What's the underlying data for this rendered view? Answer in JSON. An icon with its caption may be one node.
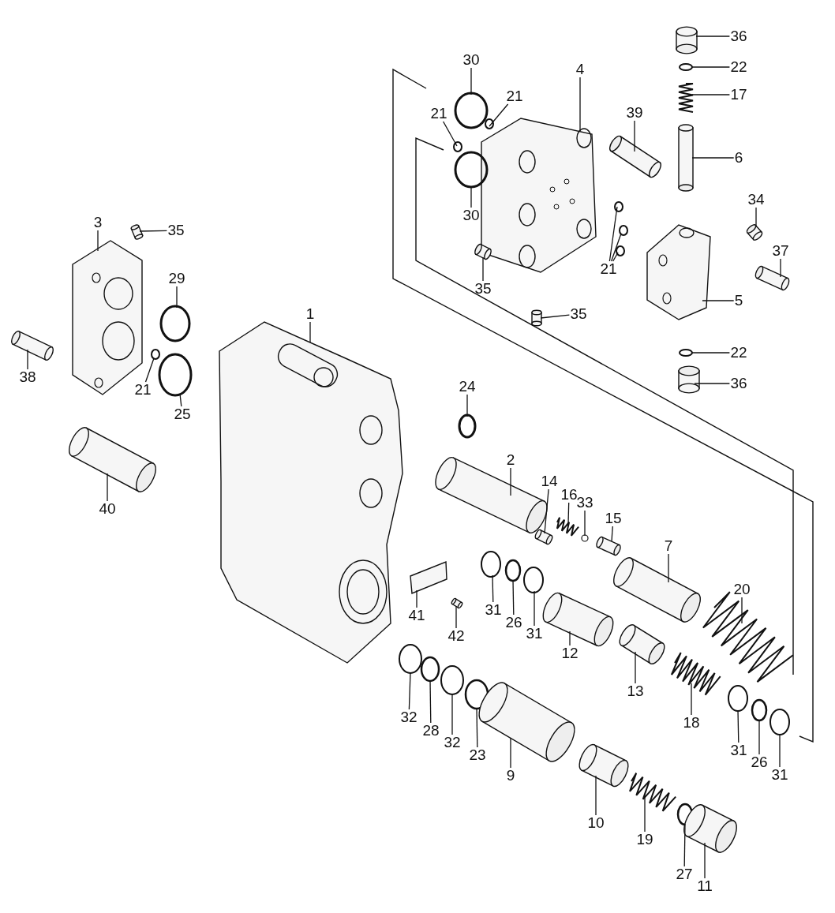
{
  "diagram": {
    "nodes": [
      {
        "text": [
          "36"
        ]
      },
      {
        "text": [
          "22"
        ]
      },
      {
        "text": [
          "17"
        ]
      },
      {
        "text": [
          "4"
        ]
      },
      {
        "text": [
          "30"
        ]
      },
      {
        "text": [
          "21"
        ]
      },
      {
        "text": [
          "21"
        ]
      },
      {
        "text": [
          "39"
        ]
      },
      {
        "text": [
          "6"
        ]
      },
      {
        "text": [
          "30"
        ]
      },
      {
        "text": [
          "35"
        ]
      },
      {
        "text": [
          "34"
        ]
      },
      {
        "text": [
          "21"
        ]
      },
      {
        "text": [
          "37"
        ]
      },
      {
        "text": [
          "35"
        ]
      },
      {
        "text": [
          "5"
        ]
      },
      {
        "text": [
          "22"
        ]
      },
      {
        "text": [
          "36"
        ]
      },
      {
        "text": [
          "3"
        ]
      },
      {
        "text": [
          "35"
        ]
      },
      {
        "text": [
          "29"
        ]
      },
      {
        "text": [
          "1"
        ]
      },
      {
        "text": [
          "38"
        ]
      },
      {
        "text": [
          "21"
        ]
      },
      {
        "text": [
          "25"
        ]
      },
      {
        "text": [
          "24"
        ]
      },
      {
        "text": [
          "40"
        ]
      },
      {
        "text": [
          "2"
        ]
      },
      {
        "text": [
          "14"
        ]
      },
      {
        "text": [
          "16"
        ]
      },
      {
        "text": [
          "33"
        ]
      },
      {
        "text": [
          "15"
        ]
      },
      {
        "text": [
          "7"
        ]
      },
      {
        "text": [
          "20"
        ]
      },
      {
        "text": [
          "41"
        ]
      },
      {
        "text": [
          "42"
        ]
      },
      {
        "text": [
          "31"
        ]
      },
      {
        "text": [
          "26"
        ]
      },
      {
        "text": [
          "31"
        ]
      },
      {
        "text": [
          "12"
        ]
      },
      {
        "text": [
          "13"
        ]
      },
      {
        "text": [
          "18"
        ]
      },
      {
        "text": [
          "32"
        ]
      },
      {
        "text": [
          "28"
        ]
      },
      {
        "text": [
          "32"
        ]
      },
      {
        "text": [
          "23"
        ]
      },
      {
        "text": [
          "9"
        ]
      },
      {
        "text": [
          "31"
        ]
      },
      {
        "text": [
          "26"
        ]
      },
      {
        "text": [
          "31"
        ]
      },
      {
        "text": [
          "10"
        ]
      },
      {
        "text": [
          "19"
        ]
      },
      {
        "text": [
          "27"
        ]
      },
      {
        "text": [
          "11"
        ]
      },
      {
        "text": [],
        "shape": "picture"
      },
      {
        "text": [],
        "shape": "circle"
      },
      {
        "text": [],
        "shape": "picture"
      },
      {
        "text": [],
        "shape": "picture"
      },
      {
        "text": [],
        "shape": "circle"
      },
      {
        "text": [],
        "shape": "circle"
      },
      {
        "text": [],
        "shape": "circle"
      },
      {
        "text": [],
        "shape": "picture"
      },
      {
        "text": [],
        "shape": "picture"
      },
      {
        "text": [],
        "shape": "circle"
      },
      {
        "text": [],
        "shape": "picture"
      },
      {
        "text": [],
        "shape": "picture"
      },
      {
        "text": [],
        "shape": "circle"
      },
      {
        "text": [],
        "shape": "circle"
      },
      {
        "text": [],
        "shape": "circle"
      },
      {
        "text": [],
        "shape": "picture"
      },
      {
        "text": [],
        "shape": "cylinder"
      },
      {
        "text": [],
        "shape": "picture"
      },
      {
        "text": [],
        "shape": "circle"
      },
      {
        "text": [],
        "shape": "cylinder"
      },
      {
        "text": [],
        "shape": "picture"
      },
      {
        "text": [],
        "shape": "picture"
      },
      {
        "text": [],
        "shape": "circle"
      },
      {
        "text": [],
        "shape": "picture"
      },
      {
        "text": [],
        "shape": "picture"
      },
      {
        "text": [],
        "shape": "circle"
      },
      {
        "text": [],
        "shape": "circle"
      },
      {
        "text": [],
        "shape": "circle"
      },
      {
        "text": [],
        "shape": "picture"
      },
      {
        "text": [],
        "shape": "picture"
      },
      {
        "text": [],
        "shape": "picture"
      },
      {
        "text": [],
        "shape": "picture"
      },
      {
        "text": [],
        "shape": "circle"
      },
      {
        "text": [],
        "shape": "picture"
      },
      {
        "text": [],
        "shape": "picture"
      },
      {
        "text": [],
        "shape": "picture"
      },
      {
        "text": [],
        "shape": "box"
      },
      {
        "text": [],
        "shape": "picture"
      },
      {
        "text": [],
        "shape": "circle"
      },
      {
        "text": [],
        "shape": "circle"
      },
      {
        "text": [],
        "shape": "circle"
      },
      {
        "text": [],
        "shape": "picture"
      },
      {
        "text": [],
        "shape": "picture"
      },
      {
        "text": [],
        "shape": "picture"
      },
      {
        "text": [],
        "shape": "circle"
      },
      {
        "text": [],
        "shape": "circle"
      },
      {
        "text": [],
        "shape": "circle"
      },
      {
        "text": [],
        "shape": "circle"
      },
      {
        "text": [],
        "shape": "picture"
      },
      {
        "text": [],
        "shape": "circle"
      },
      {
        "text": [],
        "shape": "circle"
      },
      {
        "text": [],
        "shape": "circle"
      },
      {
        "text": [],
        "shape": "picture"
      },
      {
        "text": [],
        "shape": "picture"
      },
      {
        "text": [],
        "shape": "circle"
      },
      {
        "text": [],
        "shape": "picture"
      }
    ],
    "edges": [
      {
        "from": 0,
        "to": 54,
        "arrow": "none"
      },
      {
        "from": 1,
        "to": 55,
        "arrow": "none"
      },
      {
        "from": 2,
        "to": 56,
        "arrow": "none"
      },
      {
        "from": 3,
        "to": 57,
        "arrow": "none"
      },
      {
        "from": 4,
        "to": 58,
        "arrow": "none"
      },
      {
        "from": 5,
        "to": 59,
        "arrow": "none"
      },
      {
        "from": 6,
        "to": 60,
        "arrow": "none"
      },
      {
        "from": 7,
        "to": 61,
        "arrow": "none"
      },
      {
        "from": 8,
        "to": 62,
        "arrow": "none"
      },
      {
        "from": 9,
        "to": 63,
        "arrow": "none"
      },
      {
        "from": 10,
        "to": 64,
        "arrow": "none"
      },
      {
        "from": 11,
        "to": 65,
        "arrow": "none"
      },
      {
        "from": 12,
        "to": 66,
        "arrow": "none"
      },
      {
        "from": 12,
        "to": 67,
        "arrow": "none"
      },
      {
        "from": 12,
        "to": 68,
        "arrow": "none"
      },
      {
        "from": 13,
        "to": 69,
        "arrow": "none"
      },
      {
        "from": 14,
        "to": 70,
        "arrow": "none"
      },
      {
        "from": 15,
        "to": 71,
        "arrow": "none"
      },
      {
        "from": 16,
        "to": 72,
        "arrow": "none"
      },
      {
        "from": 17,
        "to": 73,
        "arrow": "none"
      },
      {
        "from": 18,
        "to": 74,
        "arrow": "none"
      },
      {
        "from": 19,
        "to": 75,
        "arrow": "none"
      },
      {
        "from": 20,
        "to": 76,
        "arrow": "none"
      },
      {
        "from": 21,
        "to": 77,
        "arrow": "none"
      },
      {
        "from": 22,
        "to": 78,
        "arrow": "none"
      },
      {
        "from": 23,
        "to": 79,
        "arrow": "none"
      },
      {
        "from": 24,
        "to": 80,
        "arrow": "none"
      },
      {
        "from": 25,
        "to": 81,
        "arrow": "none"
      },
      {
        "from": 26,
        "to": 82,
        "arrow": "none"
      },
      {
        "from": 27,
        "to": 83,
        "arrow": "none"
      },
      {
        "from": 28,
        "to": 84,
        "arrow": "none"
      },
      {
        "from": 29,
        "to": 85,
        "arrow": "none"
      },
      {
        "from": 30,
        "to": 86,
        "arrow": "none"
      },
      {
        "from": 31,
        "to": 87,
        "arrow": "none"
      },
      {
        "from": 32,
        "to": 88,
        "arrow": "none"
      },
      {
        "from": 33,
        "to": 89,
        "arrow": "none"
      },
      {
        "from": 34,
        "to": 90,
        "arrow": "none"
      },
      {
        "from": 35,
        "to": 91,
        "arrow": "none"
      },
      {
        "from": 36,
        "to": 92,
        "arrow": "none"
      },
      {
        "from": 37,
        "to": 93,
        "arrow": "none"
      },
      {
        "from": 38,
        "to": 94,
        "arrow": "none"
      },
      {
        "from": 39,
        "to": 95,
        "arrow": "none"
      },
      {
        "from": 40,
        "to": 96,
        "arrow": "none"
      },
      {
        "from": 41,
        "to": 97,
        "arrow": "none"
      },
      {
        "from": 42,
        "to": 98,
        "arrow": "none"
      },
      {
        "from": 43,
        "to": 99,
        "arrow": "none"
      },
      {
        "from": 44,
        "to": 100,
        "arrow": "none"
      },
      {
        "from": 45,
        "to": 101,
        "arrow": "none"
      },
      {
        "from": 46,
        "to": 102,
        "arrow": "none"
      },
      {
        "from": 47,
        "to": 103,
        "arrow": "none"
      },
      {
        "from": 48,
        "to": 104,
        "arrow": "none"
      },
      {
        "from": 49,
        "to": 105,
        "arrow": "none"
      },
      {
        "from": 50,
        "to": 106,
        "arrow": "none"
      },
      {
        "from": 51,
        "to": 107,
        "arrow": "none"
      },
      {
        "from": 52,
        "to": 108,
        "arrow": "none"
      },
      {
        "from": 53,
        "to": 109,
        "arrow": "none"
      }
    ]
  }
}
